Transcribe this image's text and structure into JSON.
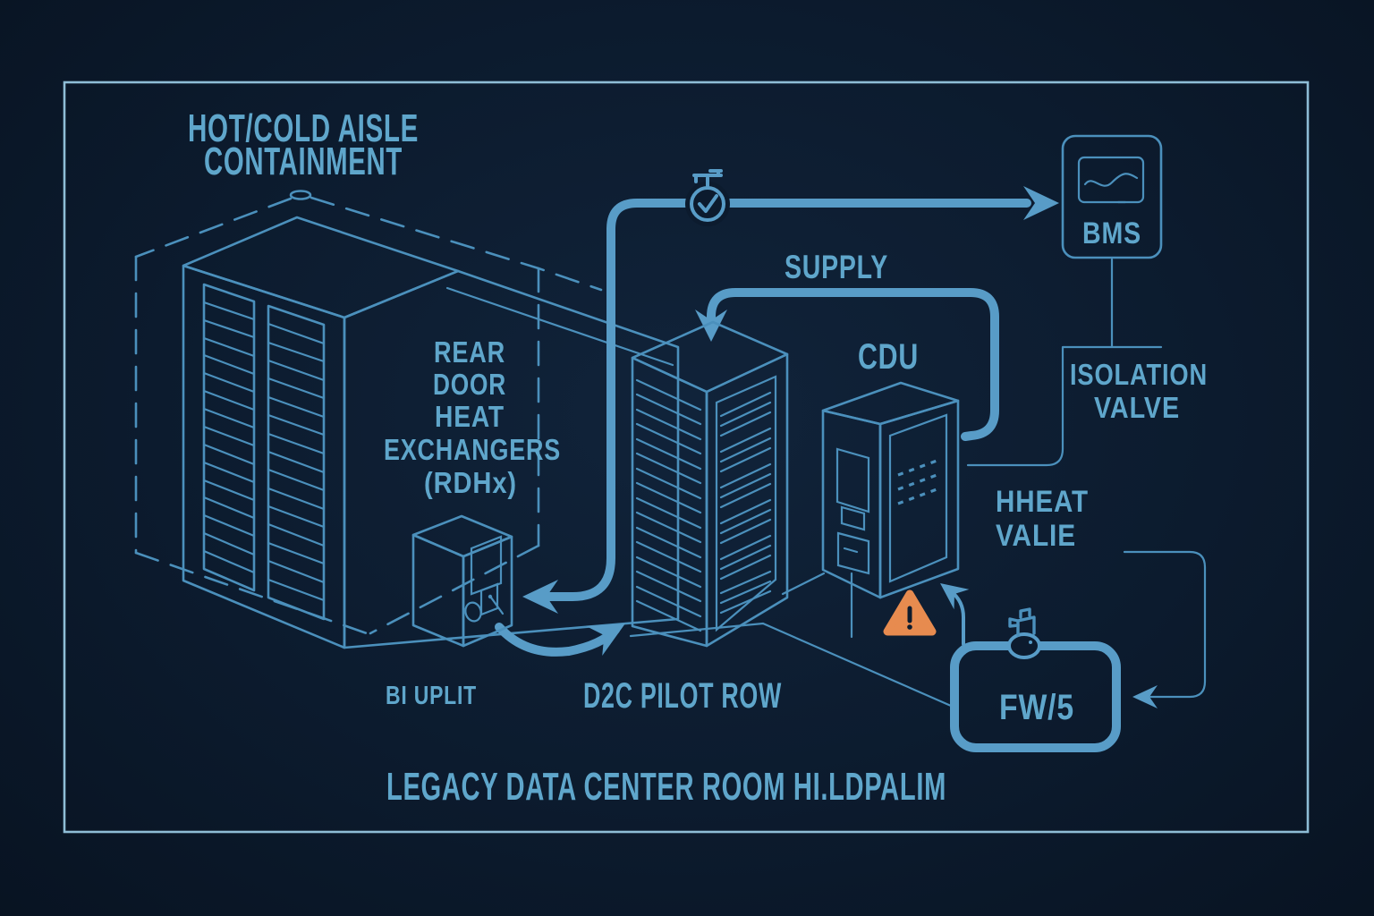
{
  "colors": {
    "background": "#0c1b2e",
    "line_art": "#4b90bc",
    "pipe": "#589cc7",
    "text": "#5fa6cb",
    "border": "#8ebdd6",
    "warning": "#e78b4f"
  },
  "title": {
    "line1": "HOT/COLD AISLE",
    "line2": "CONTAINMENT"
  },
  "caption": "LEGACY DATA CENTER ROOM HI.LDPALIM",
  "labels": {
    "rdhx": [
      "REAR",
      "DOOR",
      "HEAT",
      "EXCHANGERS",
      "(RDHx)"
    ],
    "supply": "SUPPLY",
    "cdu": "CDU",
    "bms": "BMS",
    "isolation_valve": [
      "ISOLATION",
      "VALVE"
    ],
    "heat_valve": [
      "HHEAT",
      "VALIE"
    ],
    "fw5": "FW/5",
    "d2c": "D2C PILOT ROW",
    "bi_uplit": "BI UPLIT"
  },
  "icons": {
    "check_valve_gauge": "gauge with checkmark on pipe to BMS",
    "spigot_valve": "small spigot valve on FW/5 inlet",
    "warning_triangle": "orange alert triangle near CDU",
    "bms_trend": "trend-wave screen inside BMS box"
  }
}
